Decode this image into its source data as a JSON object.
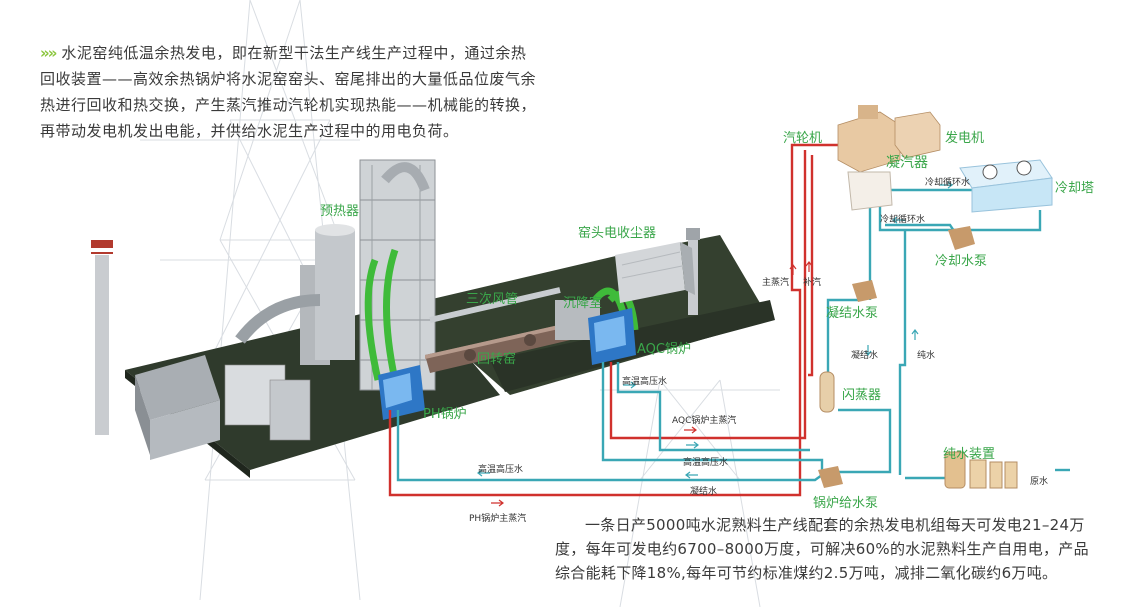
{
  "intro_text": "水泥窑纯低温余热发电，即在新型干法生产线生产过程中，通过余热回收装置——高效余热锅炉将水泥窑窑头、窑尾排出的大量低品位废气余热进行回收和热交换，产生蒸汽推动汽轮机实现热能——机械能的转换，再带动发电机发出电能，并供给水泥生产过程中的用电负荷。",
  "intro_marker": "»»",
  "summary_text": "一条日产5000吨水泥熟料生产线配套的余热发电机组每天可发电21–24万度，每年可发电约6700–8000万度，可解决60%的水泥熟料生产自用电，产品综合能耗下降18%,每年可节约标准煤约2.5万吨，减排二氧化碳约6万吨。",
  "components": {
    "preheater": "预热器",
    "tertiary_duct": "三次风管",
    "rotary_kiln": "回转窑",
    "ph_boiler": "PH锅炉",
    "kiln_head_dust": "窑头电收尘器",
    "settling_chamber": "沉降室",
    "aqc_boiler": "AQC锅炉",
    "turbine": "汽轮机",
    "generator": "发电机",
    "condenser": "凝汽器",
    "cooling_tower": "冷却塔",
    "cooling_pump": "冷却水泵",
    "condensate_pump": "凝结水泵",
    "flash_tank": "闪蒸器",
    "pure_water_unit": "纯水装置",
    "boiler_feed_pump": "锅炉给水泵"
  },
  "flows": {
    "cooling_water_1": "冷却循环水",
    "cooling_water_2": "冷却循环水",
    "main_steam": "主蒸汽",
    "make_up_steam": "补汽",
    "condensate_v": "凝结水",
    "pure_water_v": "纯水",
    "hthp_water_aqc": "高温高压水",
    "aqc_main_steam": "AQC锅炉主蒸汽",
    "hthp_water_1": "高温高压水",
    "hthp_water_2": "高温高压水",
    "condensate_h": "凝结水",
    "ph_main_steam": "PH锅炉主蒸汽",
    "raw_water": "原水"
  },
  "colors": {
    "steam_line": "#d0312d",
    "water_line": "#3aa7b5",
    "label_green": "#3aa64a",
    "ground": "#2f3a2c"
  }
}
